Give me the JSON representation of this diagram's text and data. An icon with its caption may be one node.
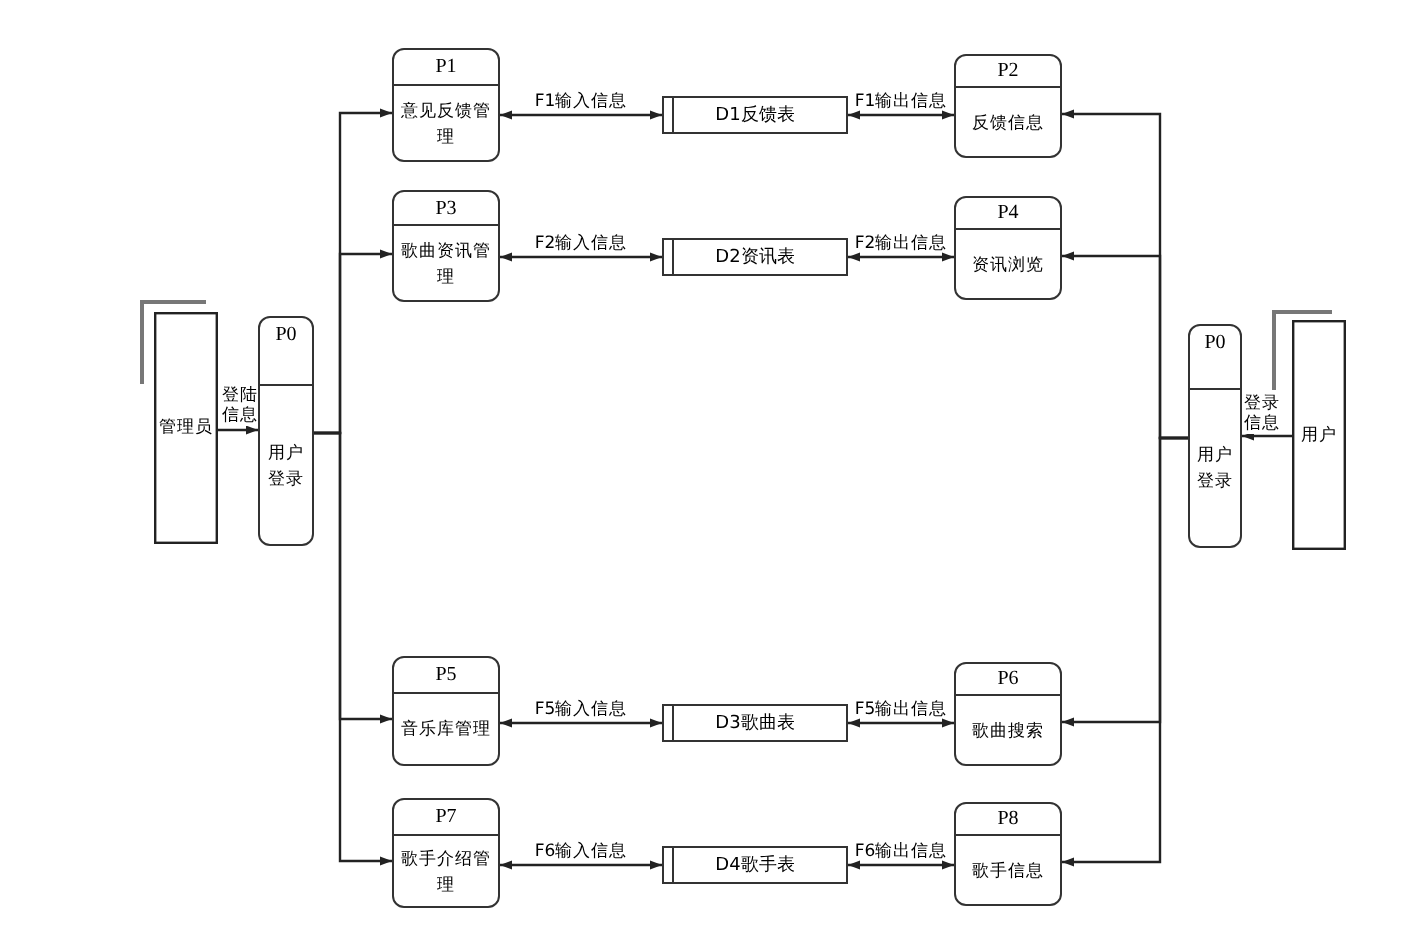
{
  "diagram": {
    "nodes": [
      {
        "text": [
          "管理员"
        ]
      },
      {
        "text": [
          "P0",
          "用户登录"
        ]
      },
      {
        "text": [
          "P1",
          "意见反馈管理"
        ]
      },
      {
        "text": [
          "D1反馈表"
        ]
      },
      {
        "text": [
          "P2",
          "反馈信息"
        ]
      },
      {
        "text": [
          "P3",
          "歌曲资讯管理"
        ]
      },
      {
        "text": [
          "D2资讯表"
        ]
      },
      {
        "text": [
          "P4",
          "资讯浏览"
        ]
      },
      {
        "text": [
          "P5",
          "音乐库管理"
        ]
      },
      {
        "text": [
          "D3歌曲表"
        ]
      },
      {
        "text": [
          "P6",
          "歌曲搜索"
        ]
      },
      {
        "text": [
          "P7",
          "歌手介绍管理"
        ]
      },
      {
        "text": [
          "D4歌手表"
        ]
      },
      {
        "text": [
          "P8",
          "歌手信息"
        ]
      },
      {
        "text": [
          "P0",
          "用户登录"
        ]
      },
      {
        "text": [
          "用户"
        ]
      }
    ],
    "edges": [
      {
        "from": 0,
        "to": 1,
        "arrow": "to",
        "label": "登陆信息"
      },
      {
        "from": 1,
        "to": 2,
        "arrow": "to"
      },
      {
        "from": 1,
        "to": 5,
        "arrow": "to"
      },
      {
        "from": 1,
        "to": 8,
        "arrow": "to"
      },
      {
        "from": 1,
        "to": 11,
        "arrow": "to"
      },
      {
        "from": 2,
        "to": 3,
        "arrow": "both",
        "label": "F1输入信息"
      },
      {
        "from": 3,
        "to": 4,
        "arrow": "both",
        "label": "F1输出信息"
      },
      {
        "from": 5,
        "to": 6,
        "arrow": "both",
        "label": "F2输入信息"
      },
      {
        "from": 6,
        "to": 7,
        "arrow": "both",
        "label": "F2输出信息"
      },
      {
        "from": 8,
        "to": 9,
        "arrow": "both",
        "label": "F5输入信息"
      },
      {
        "from": 9,
        "to": 10,
        "arrow": "both",
        "label": "F5输出信息"
      },
      {
        "from": 11,
        "to": 12,
        "arrow": "both",
        "label": "F6输入信息"
      },
      {
        "from": 12,
        "to": 13,
        "arrow": "both",
        "label": "F6输出信息"
      },
      {
        "from": 15,
        "to": 14,
        "arrow": "to",
        "label": "登录信息"
      },
      {
        "from": 14,
        "to": 4,
        "arrow": "to"
      },
      {
        "from": 14,
        "to": 7,
        "arrow": "to"
      },
      {
        "from": 14,
        "to": 10,
        "arrow": "to"
      },
      {
        "from": 14,
        "to": 13,
        "arrow": "to"
      }
    ]
  }
}
